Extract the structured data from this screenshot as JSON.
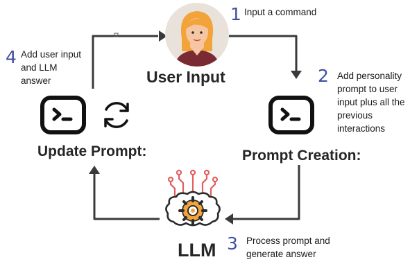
{
  "steps": [
    {
      "number": "1",
      "text": "Input a command"
    },
    {
      "number": "2",
      "text": "Add personality prompt to user input plus all the previous interactions"
    },
    {
      "number": "3",
      "text": "Process prompt and generate answer"
    },
    {
      "number": "4",
      "text": "Add user input and LLM answer"
    }
  ],
  "nodes": {
    "user_input": "User Input",
    "prompt_creation": "Prompt Creation:",
    "llm": "LLM",
    "update_prompt": "Update Prompt:"
  },
  "icons": {
    "user": "avatar-woman-icon",
    "terminal": "terminal-icon",
    "refresh": "refresh-icon",
    "brain": "brain-gear-icon"
  },
  "colors": {
    "number": "#3f4fa0",
    "arrow": "#3a3a3a",
    "hair": "#f2a43a",
    "skin": "#f6c6a3",
    "shirt": "#7a2a33",
    "circuit": "#e0605f",
    "gear": "#f2a43a",
    "brain_outline": "#2b2b2b"
  }
}
